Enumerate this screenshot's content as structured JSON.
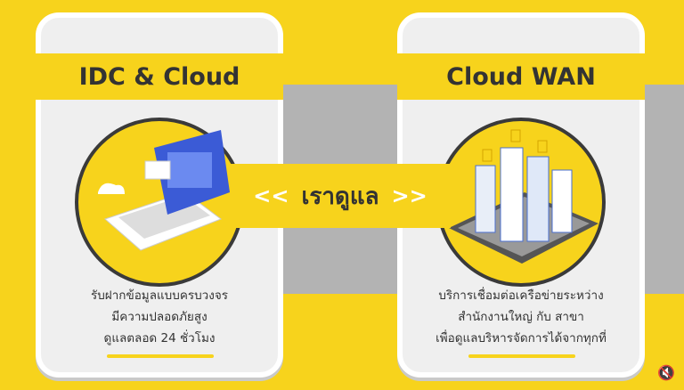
{
  "left_card": {
    "title": "IDC & Cloud",
    "description": [
      "รับฝากข้อมูลแบบครบวงจร",
      "มีความปลอดภัยสูง",
      "ดูแลตลอด 24 ชั่วโมง"
    ]
  },
  "right_card": {
    "title": "Cloud WAN",
    "description": [
      "บริการเชื่อมต่อเครือข่ายระหว่าง",
      "สำนักงานใหญ่ กับ สาขา",
      "เพื่อดูแลบริหารจัดการได้จากทุกที่"
    ]
  },
  "connector": {
    "left_arrows": "<<",
    "label": "เราดูแล",
    "right_arrows": ">>"
  },
  "colors": {
    "yellow": "#f7d31c",
    "gray": "#b3b3b3"
  },
  "icons": {
    "mute": "speaker-muted-icon"
  }
}
